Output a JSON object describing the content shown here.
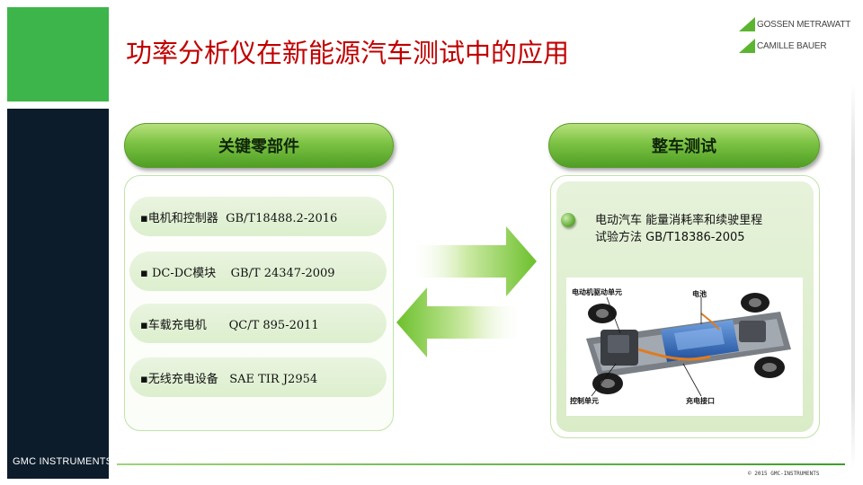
{
  "title": "功率分析仪在新能源汽车测试中的应用",
  "logo": {
    "line1": "GOSSEN METRAWATT",
    "line2": "CAMILLE BAUER"
  },
  "sidebar": {
    "brand": "GMC INSTRUMENTS"
  },
  "left_section": {
    "header": "关键零部件",
    "items": [
      {
        "label": "▪电机和控制器  GB/T18488.2-2016"
      },
      {
        "label": "▪ DC-DC模块    GB/T 24347-2009"
      },
      {
        "label": "▪车载充电机      QC/T 895-2011"
      },
      {
        "label": "▪无线充电设备   SAE TIR J2954"
      }
    ]
  },
  "right_section": {
    "header": "整车测试",
    "description_line1": "电动汽车 能量消耗率和续驶里程",
    "description_line2": "试验方法 GB/T18386-2005",
    "diagram_labels": {
      "motor_drive": "电动机驱动单元",
      "battery": "电池",
      "control_unit": "控制单元",
      "charging_port": "充电接口"
    }
  },
  "footer": {
    "copyright": "© 2015 GMC-INSTRUMENTS"
  },
  "colors": {
    "title": "#c00000",
    "accent_green": "#3db54a",
    "sidebar_navy": "#0c1c2b"
  }
}
